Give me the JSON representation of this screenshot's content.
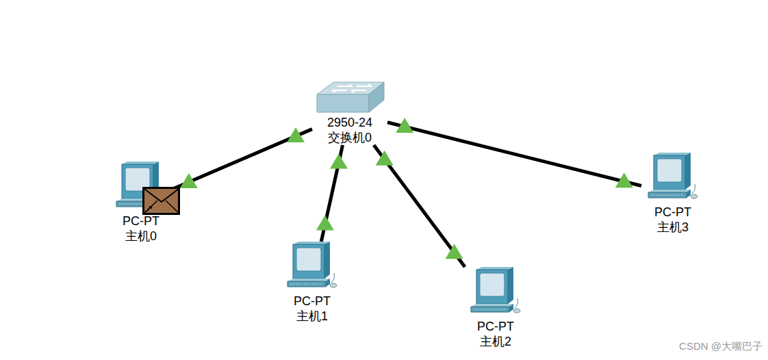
{
  "diagram": {
    "nodes": [
      {
        "text": [
          "2950-24",
          "交换机0"
        ]
      },
      {
        "text": [
          "PC-PT",
          "主机0"
        ]
      },
      {
        "text": [
          "PC-PT",
          "主机1"
        ]
      },
      {
        "text": [
          "PC-PT",
          "主机2"
        ]
      },
      {
        "text": [
          "PC-PT",
          "主机3"
        ]
      }
    ],
    "edges": [
      {
        "from": 0,
        "to": 1,
        "arrow": "none"
      },
      {
        "from": 0,
        "to": 2,
        "arrow": "none"
      },
      {
        "from": 0,
        "to": 3,
        "arrow": "none"
      },
      {
        "from": 0,
        "to": 4,
        "arrow": "none"
      }
    ],
    "labels": [
      "CSDN @大嘴巴子"
    ]
  }
}
